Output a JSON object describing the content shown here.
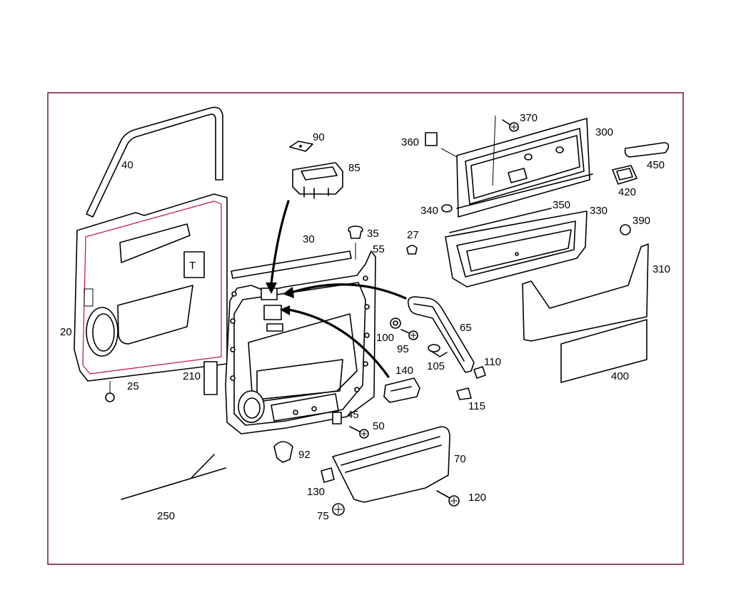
{
  "diagram": {
    "type": "exploded-parts-diagram",
    "label_color": "#000000",
    "frame_color": "#6a0020",
    "callouts": [
      {
        "id": "40",
        "label": "40"
      },
      {
        "id": "20",
        "label": "20"
      },
      {
        "id": "25",
        "label": "25"
      },
      {
        "id": "210",
        "label": "210"
      },
      {
        "id": "250",
        "label": "250"
      },
      {
        "id": "90",
        "label": "90"
      },
      {
        "id": "85",
        "label": "85"
      },
      {
        "id": "30",
        "label": "30"
      },
      {
        "id": "35",
        "label": "35"
      },
      {
        "id": "55",
        "label": "55"
      },
      {
        "id": "27",
        "label": "27"
      },
      {
        "id": "100",
        "label": "100"
      },
      {
        "id": "95",
        "label": "95"
      },
      {
        "id": "65",
        "label": "65"
      },
      {
        "id": "105",
        "label": "105"
      },
      {
        "id": "110",
        "label": "110"
      },
      {
        "id": "115",
        "label": "115"
      },
      {
        "id": "140",
        "label": "140"
      },
      {
        "id": "45",
        "label": "45"
      },
      {
        "id": "50",
        "label": "50"
      },
      {
        "id": "92",
        "label": "92"
      },
      {
        "id": "130",
        "label": "130"
      },
      {
        "id": "75",
        "label": "75"
      },
      {
        "id": "70",
        "label": "70"
      },
      {
        "id": "120",
        "label": "120"
      },
      {
        "id": "370",
        "label": "370"
      },
      {
        "id": "360",
        "label": "360"
      },
      {
        "id": "300",
        "label": "300"
      },
      {
        "id": "450",
        "label": "450"
      },
      {
        "id": "420",
        "label": "420"
      },
      {
        "id": "340",
        "label": "340"
      },
      {
        "id": "350",
        "label": "350"
      },
      {
        "id": "330",
        "label": "330"
      },
      {
        "id": "390",
        "label": "390"
      },
      {
        "id": "310",
        "label": "310"
      },
      {
        "id": "400",
        "label": "400"
      }
    ],
    "panel_marker": "T"
  }
}
